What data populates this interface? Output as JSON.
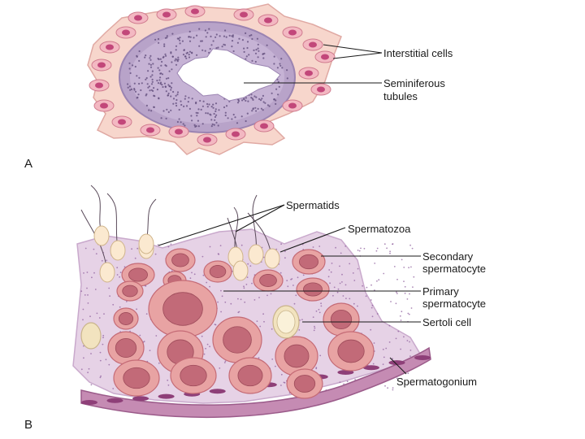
{
  "panel_a": {
    "letter": "A",
    "labels": {
      "interstitial": "Interstitial cells",
      "seminiferous_1": "Seminiferous",
      "seminiferous_2": "tubules"
    }
  },
  "panel_b": {
    "letter": "B",
    "labels": {
      "spermatids": "Spermatids",
      "spermatozoa": "Spermatozoa",
      "secondary_1": "Secondary",
      "secondary_2": "spermatocyte",
      "primary_1": "Primary",
      "primary_2": "spermatocyte",
      "sertoli": "Sertoli cell",
      "spermatogonium": "Spermatogonium"
    }
  },
  "colors": {
    "connective_tissue": "#f7d6cc",
    "tubule_wall": "#b8a3c9",
    "cell_body": "#e8a3a3",
    "nucleus": "#c26a78",
    "basement_membrane": "#b06a9a",
    "cytoplasm_bg": "#e6d2e6",
    "sperm_head": "#fbe9d0"
  }
}
